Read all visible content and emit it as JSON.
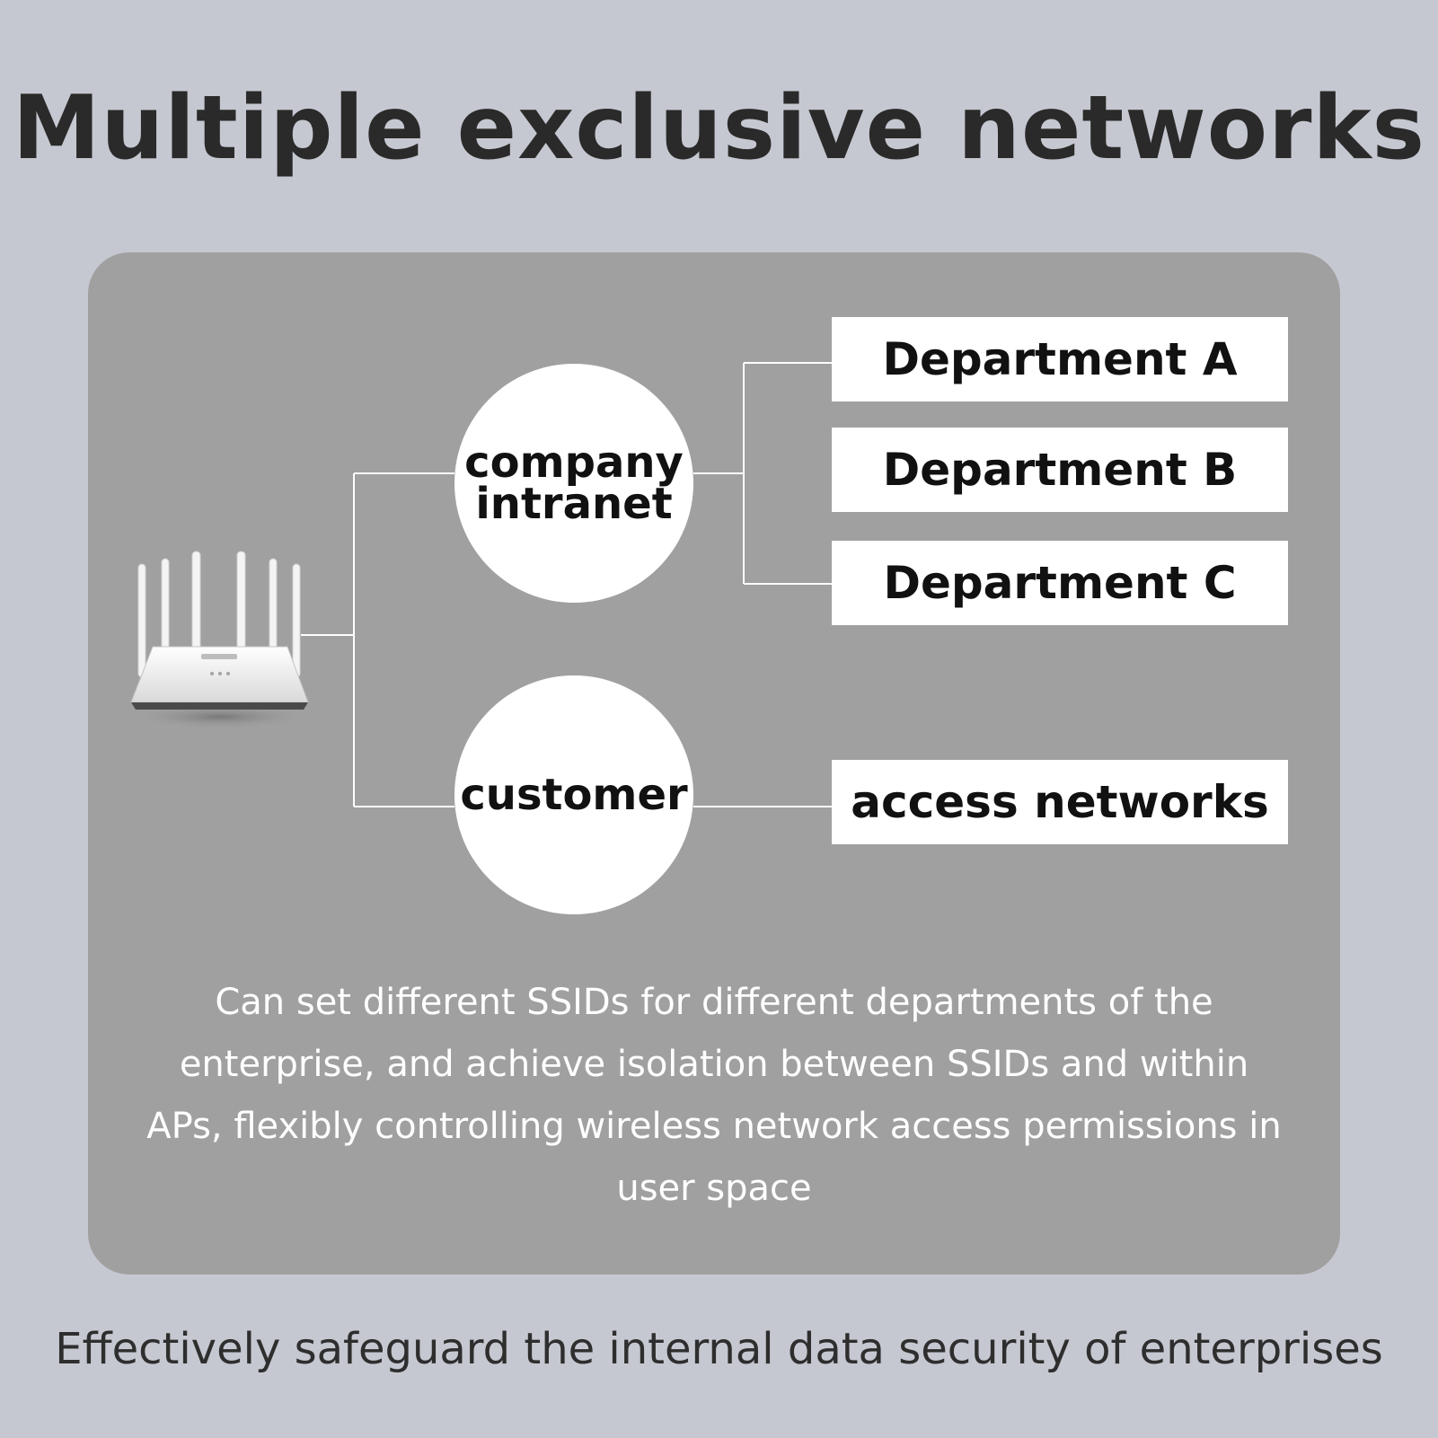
{
  "title": "Multiple exclusive networks",
  "diagram": {
    "router": {
      "icon": "wifi-router-icon"
    },
    "groups": [
      {
        "label": "company\nintranet",
        "targets": [
          "Department A",
          "Department B",
          "Department C"
        ]
      },
      {
        "label": "customer",
        "targets": [
          "access networks"
        ]
      }
    ]
  },
  "description": "Can set different SSIDs for different departments of the enterprise, and achieve isolation between SSIDs and within APs, flexibly controlling wireless network access permissions in user space",
  "footer": "Effectively safeguard the internal data security of enterprises",
  "colors": {
    "background": "#c6c8d1",
    "panel": "#a0a0a0",
    "node_fill": "#ffffff",
    "connector": "#ffffff",
    "title_text": "#2a2a2a"
  }
}
